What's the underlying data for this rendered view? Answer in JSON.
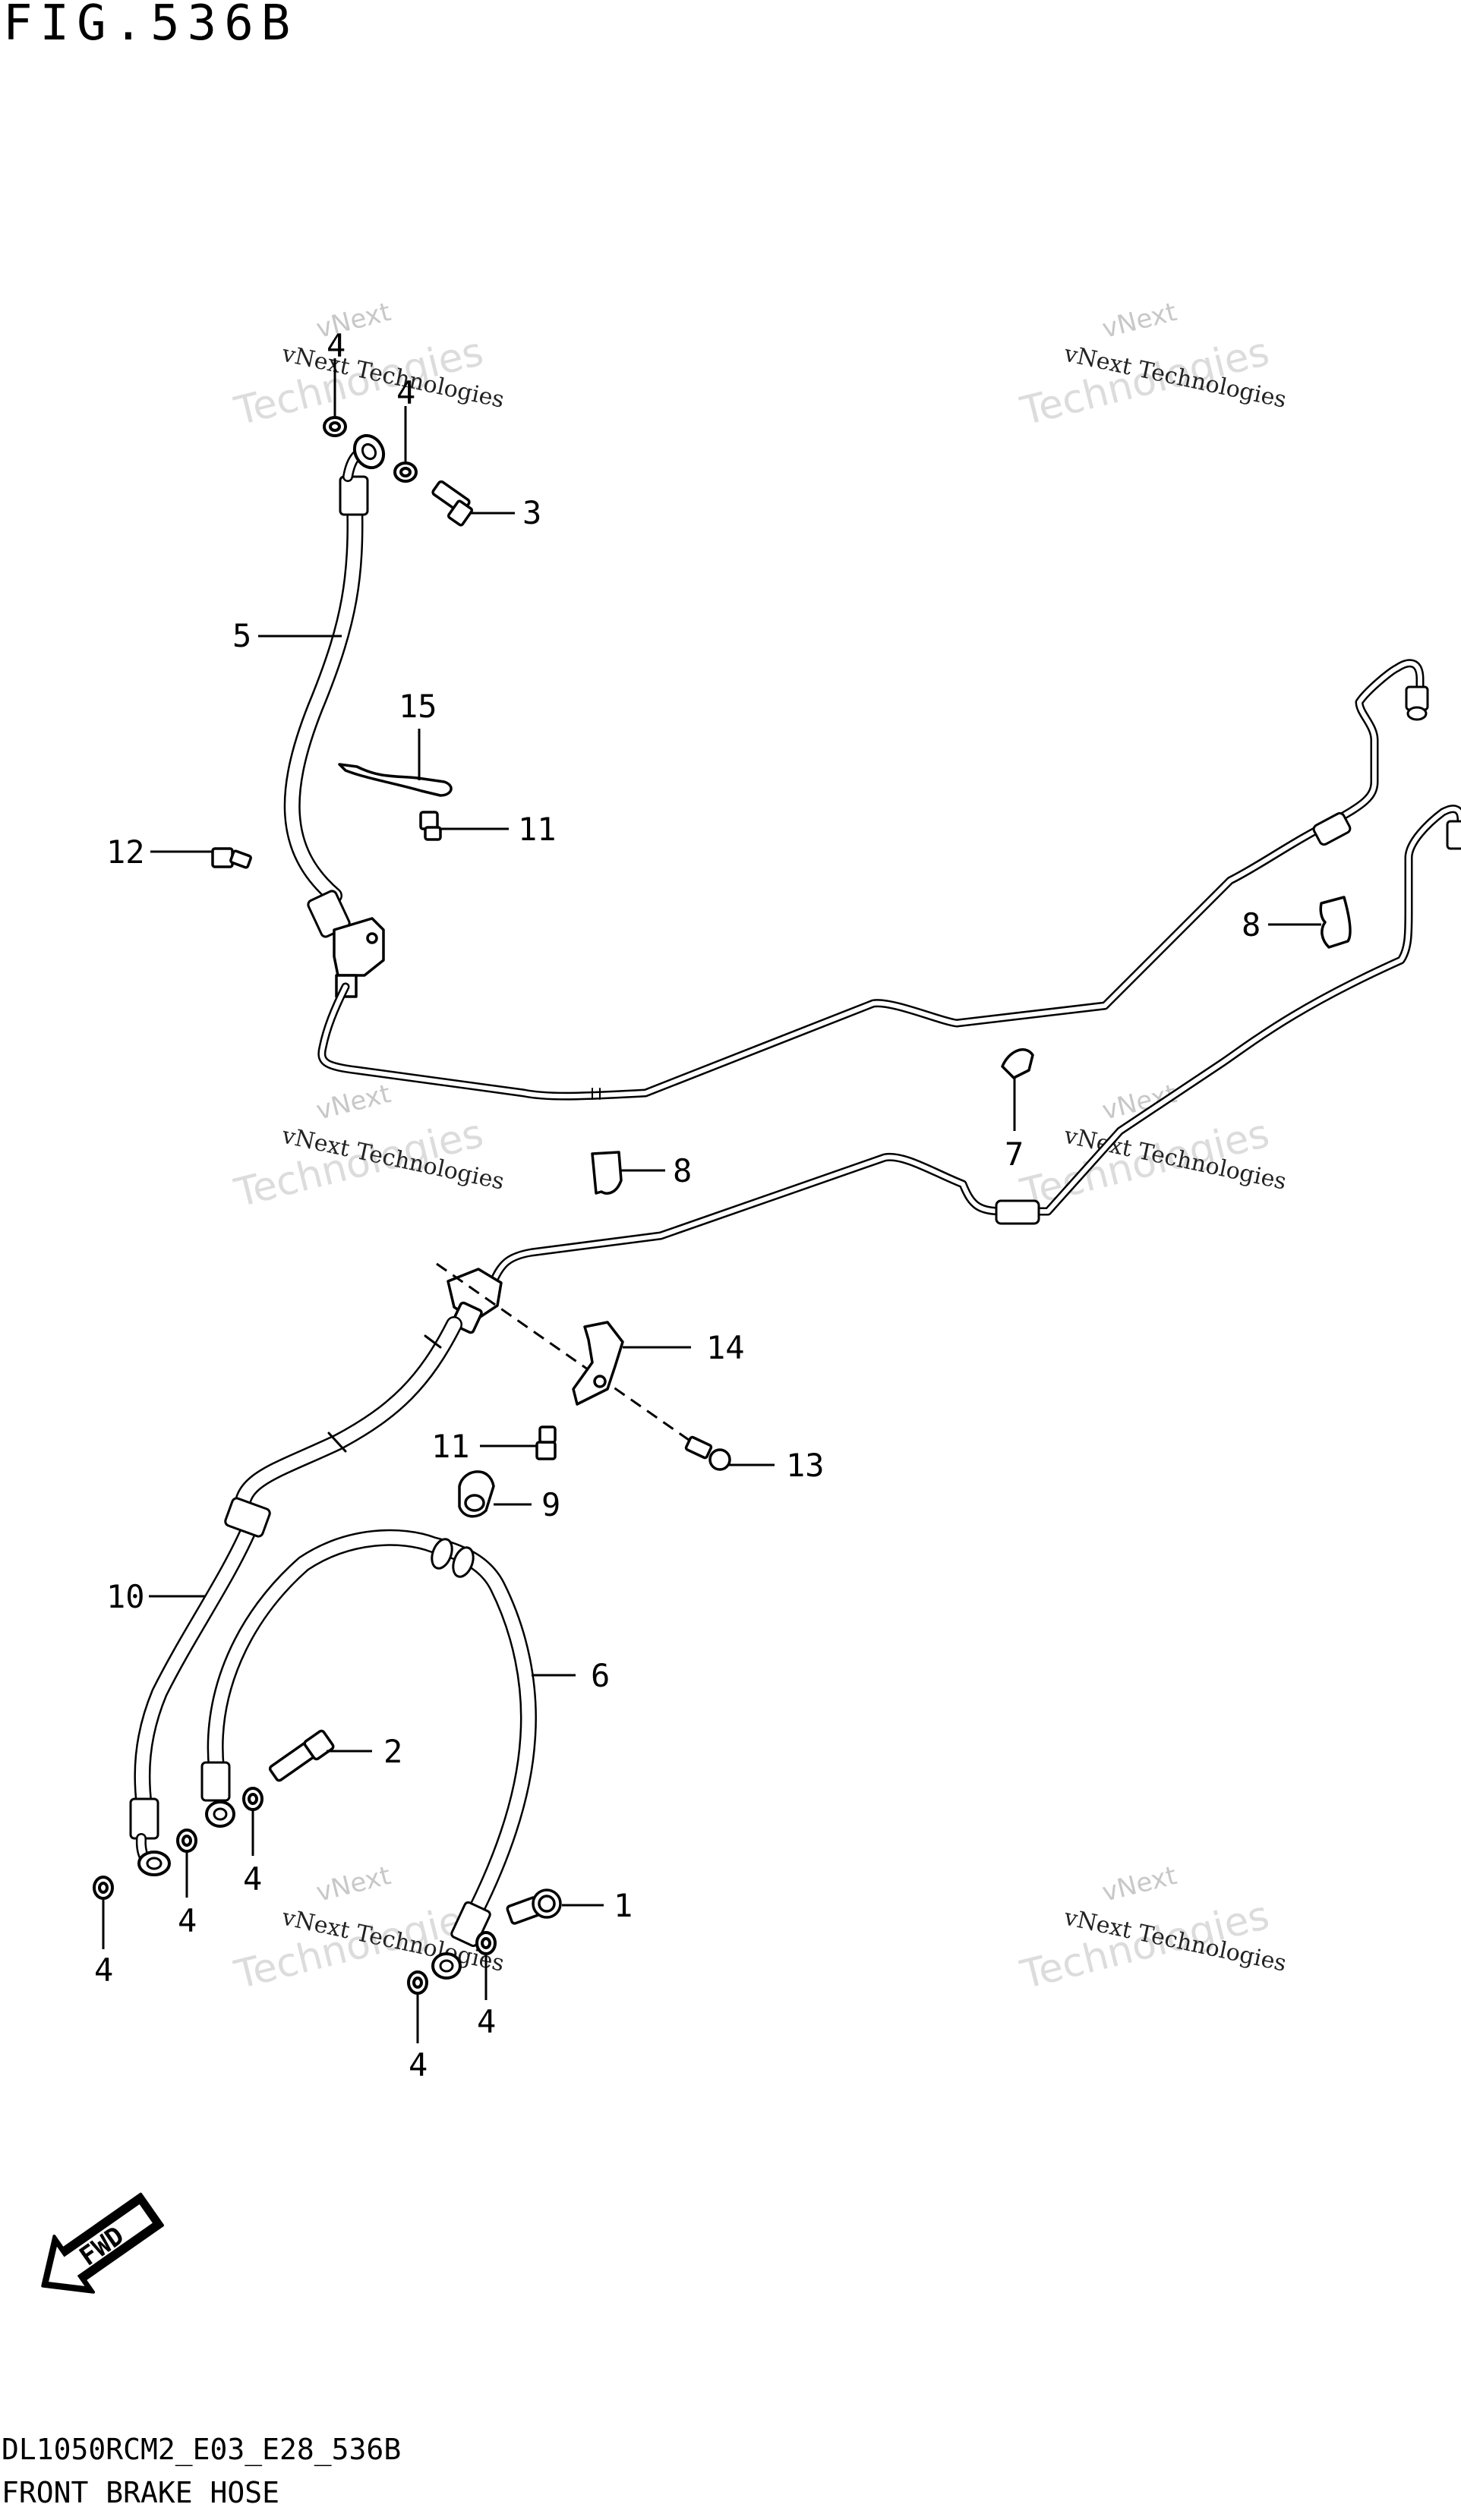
{
  "figure": {
    "title": "FIG.536B",
    "code": "DL1050RCM2_E03_E28_536B",
    "name": "FRONT BRAKE HOSE"
  },
  "watermark": {
    "line_small": "vNext Technologies",
    "line_big_1": "vNext",
    "line_big_2": "Technologies"
  },
  "fwd_label": "FWD",
  "callouts": [
    {
      "id": "c4a",
      "label": "4"
    },
    {
      "id": "c4b",
      "label": "4"
    },
    {
      "id": "c3",
      "label": "3"
    },
    {
      "id": "c5",
      "label": "5"
    },
    {
      "id": "c15",
      "label": "15"
    },
    {
      "id": "c11a",
      "label": "11"
    },
    {
      "id": "c12",
      "label": "12"
    },
    {
      "id": "c8a",
      "label": "8"
    },
    {
      "id": "c7",
      "label": "7"
    },
    {
      "id": "c8b",
      "label": "8"
    },
    {
      "id": "c14",
      "label": "14"
    },
    {
      "id": "c11b",
      "label": "11"
    },
    {
      "id": "c13",
      "label": "13"
    },
    {
      "id": "c9",
      "label": "9"
    },
    {
      "id": "c10",
      "label": "10"
    },
    {
      "id": "c6",
      "label": "6"
    },
    {
      "id": "c2",
      "label": "2"
    },
    {
      "id": "c1",
      "label": "1"
    },
    {
      "id": "c4c",
      "label": "4"
    },
    {
      "id": "c4d",
      "label": "4"
    },
    {
      "id": "c4e",
      "label": "4"
    },
    {
      "id": "c4f",
      "label": "4"
    },
    {
      "id": "c4g",
      "label": "4"
    }
  ]
}
